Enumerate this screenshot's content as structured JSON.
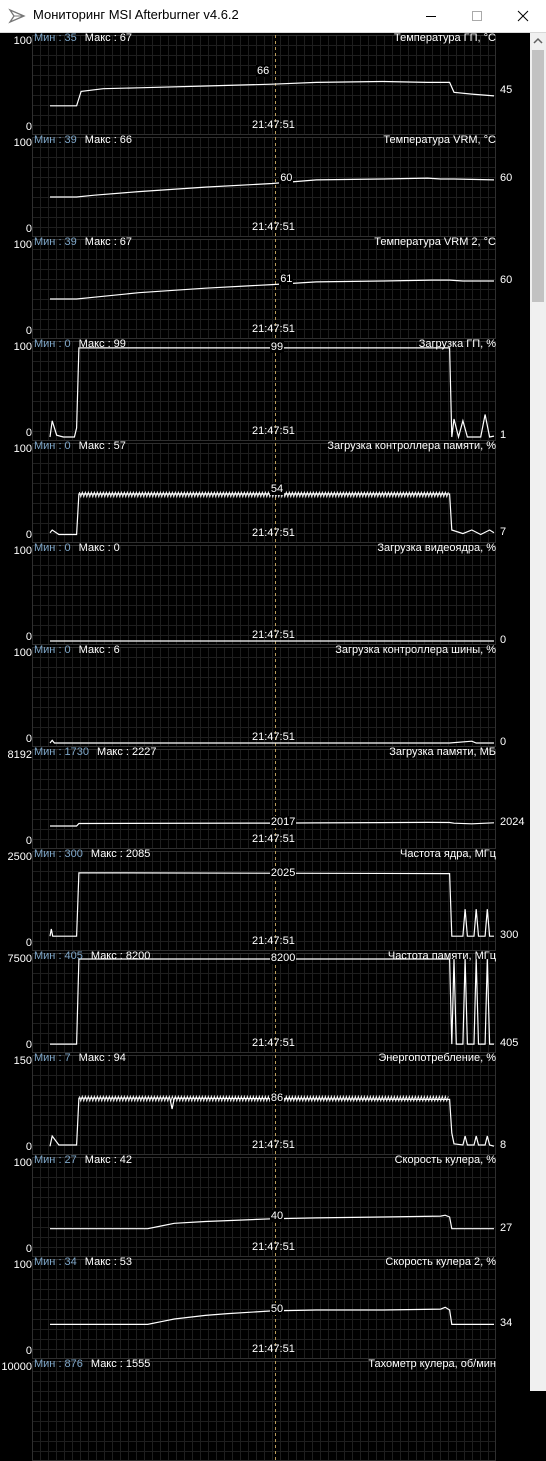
{
  "window": {
    "title": "Мониторинг MSI Afterburner v4.6.2",
    "icon": "afterburner-plane-icon"
  },
  "time_label": "21:47:51",
  "panels": [
    {
      "name": "Температура ГП, °С",
      "min_label": "Мин : 35",
      "max_label": "Макс : 67",
      "ymax": "100",
      "ymin": "0",
      "current": "45",
      "mid_value": "66",
      "mid_pos": 0.5,
      "cur_level": 45,
      "mid_level": 66,
      "trace": [
        [
          0,
          28
        ],
        [
          0.06,
          28
        ],
        [
          0.07,
          44
        ],
        [
          0.12,
          47
        ],
        [
          0.2,
          48
        ],
        [
          0.35,
          50
        ],
        [
          0.5,
          52
        ],
        [
          0.6,
          54
        ],
        [
          0.75,
          55
        ],
        [
          0.85,
          54
        ],
        [
          0.9,
          54
        ],
        [
          0.91,
          43
        ],
        [
          0.95,
          41
        ],
        [
          1,
          39
        ]
      ]
    },
    {
      "name": "Температура VRM, °С",
      "min_label": "Мин : 39",
      "max_label": "Макс : 66",
      "ymax": "100",
      "ymin": "0",
      "current": "60",
      "mid_value": "60",
      "mid_pos": 0.55,
      "cur_level": 60,
      "mid_level": 60,
      "trace": [
        [
          0,
          40
        ],
        [
          0.06,
          40
        ],
        [
          0.1,
          42
        ],
        [
          0.2,
          46
        ],
        [
          0.35,
          51
        ],
        [
          0.5,
          55
        ],
        [
          0.6,
          59
        ],
        [
          0.75,
          60
        ],
        [
          0.85,
          61
        ],
        [
          0.88,
          60
        ],
        [
          0.91,
          60
        ],
        [
          1,
          59
        ]
      ]
    },
    {
      "name": "Температура VRM 2, °С",
      "min_label": "Мин : 39",
      "max_label": "Макс : 67",
      "ymax": "100",
      "ymin": "0",
      "current": "60",
      "mid_value": "61",
      "mid_pos": 0.55,
      "cur_level": 60,
      "mid_level": 61,
      "trace": [
        [
          0,
          40
        ],
        [
          0.06,
          40
        ],
        [
          0.1,
          42
        ],
        [
          0.2,
          47
        ],
        [
          0.35,
          52
        ],
        [
          0.5,
          56
        ],
        [
          0.6,
          59
        ],
        [
          0.75,
          60
        ],
        [
          0.86,
          61
        ],
        [
          0.9,
          61
        ],
        [
          0.93,
          60
        ],
        [
          1,
          60
        ]
      ]
    },
    {
      "name": "Загрузка ГП, %",
      "min_label": "Мин : 0",
      "max_label": "Макс : 99",
      "ymax": "100",
      "ymin": "0",
      "current": "1",
      "mid_value": "99",
      "mid_pos": 0.53,
      "cur_level": 1,
      "mid_level": 99,
      "trace": [
        [
          0,
          0
        ],
        [
          0.005,
          18
        ],
        [
          0.015,
          2
        ],
        [
          0.03,
          0
        ],
        [
          0.055,
          0
        ],
        [
          0.06,
          10
        ],
        [
          0.065,
          99
        ],
        [
          0.9,
          99
        ],
        [
          0.905,
          0
        ],
        [
          0.91,
          20
        ],
        [
          0.92,
          0
        ],
        [
          0.93,
          18
        ],
        [
          0.94,
          0
        ],
        [
          0.97,
          0
        ],
        [
          0.98,
          25
        ],
        [
          0.99,
          0
        ],
        [
          1,
          1
        ]
      ]
    },
    {
      "name": "Загрузка контроллера памяти, %",
      "min_label": "Мин : 0",
      "max_label": "Макс : 57",
      "ymax": "100",
      "ymin": "0",
      "current": "7",
      "mid_value": "54",
      "mid_pos": 0.53,
      "cur_level": 7,
      "mid_level": 54,
      "noisy": true,
      "trace": [
        [
          0,
          7
        ],
        [
          0.005,
          10
        ],
        [
          0.02,
          5
        ],
        [
          0.06,
          5
        ],
        [
          0.065,
          50
        ],
        [
          0.9,
          50
        ],
        [
          0.905,
          10
        ],
        [
          0.93,
          6
        ],
        [
          0.95,
          10
        ],
        [
          0.97,
          5
        ],
        [
          0.99,
          10
        ],
        [
          1,
          7
        ]
      ]
    },
    {
      "name": "Загрузка видеоядра, %",
      "min_label": "Мин : 0",
      "max_label": "Макс : 0",
      "ymax": "100",
      "ymin": "0",
      "current": "0",
      "mid_value": "",
      "mid_pos": 0.53,
      "cur_level": 0,
      "mid_level": 0,
      "trace": [
        [
          0,
          0
        ],
        [
          1,
          0
        ]
      ]
    },
    {
      "name": "Загрузка контроллера шины, %",
      "min_label": "Мин : 0",
      "max_label": "Макс : 6",
      "ymax": "100",
      "ymin": "0",
      "current": "0",
      "mid_value": "",
      "mid_pos": 0.53,
      "cur_level": 0,
      "mid_level": 0,
      "trace": [
        [
          0,
          0
        ],
        [
          0.005,
          3
        ],
        [
          0.01,
          0
        ],
        [
          0.9,
          0
        ],
        [
          0.95,
          2
        ],
        [
          0.96,
          0
        ],
        [
          1,
          0
        ]
      ]
    },
    {
      "name": "Загрузка памяти, МБ",
      "min_label": "Мин : 1730",
      "max_label": "Макс : 2227",
      "ymax": "8192",
      "ymin": "0",
      "current": "2024",
      "mid_value": "2017",
      "mid_pos": 0.53,
      "cur_level": 2024,
      "mid_level": 2017,
      "trace": [
        [
          0,
          1730
        ],
        [
          0.06,
          1730
        ],
        [
          0.065,
          1960
        ],
        [
          0.5,
          1990
        ],
        [
          0.6,
          2010
        ],
        [
          0.85,
          2060
        ],
        [
          0.9,
          2050
        ],
        [
          0.91,
          1980
        ],
        [
          0.95,
          1930
        ],
        [
          1,
          2024
        ]
      ]
    },
    {
      "name": "Частота ядра, МГц",
      "min_label": "Мин : 300",
      "max_label": "Макс : 2085",
      "ymax": "2500",
      "ymin": "0",
      "current": "300",
      "mid_value": "2025",
      "mid_pos": 0.53,
      "cur_level": 300,
      "mid_level": 2025,
      "trace": [
        [
          0,
          300
        ],
        [
          0.003,
          500
        ],
        [
          0.006,
          300
        ],
        [
          0.06,
          300
        ],
        [
          0.065,
          2060
        ],
        [
          0.9,
          2040
        ],
        [
          0.905,
          300
        ],
        [
          0.93,
          300
        ],
        [
          0.935,
          1050
        ],
        [
          0.94,
          300
        ],
        [
          0.955,
          300
        ],
        [
          0.96,
          1050
        ],
        [
          0.965,
          300
        ],
        [
          0.98,
          300
        ],
        [
          0.985,
          1050
        ],
        [
          0.99,
          300
        ],
        [
          1,
          300
        ]
      ]
    },
    {
      "name": "Частота памяти, МГц",
      "min_label": "Мин : 405",
      "max_label": "Макс : 8200",
      "ymax": "7500",
      "ymin": "0",
      "current": "405",
      "mid_value": "8200",
      "mid_pos": 0.53,
      "cur_level": 405,
      "mid_level": 8200,
      "trace": [
        [
          0,
          405
        ],
        [
          0.06,
          405
        ],
        [
          0.065,
          8200
        ],
        [
          0.9,
          8200
        ],
        [
          0.905,
          405
        ],
        [
          0.91,
          8200
        ],
        [
          0.915,
          405
        ],
        [
          0.93,
          405
        ],
        [
          0.935,
          8200
        ],
        [
          0.94,
          405
        ],
        [
          0.955,
          405
        ],
        [
          0.96,
          8200
        ],
        [
          0.965,
          405
        ],
        [
          0.98,
          405
        ],
        [
          0.985,
          8200
        ],
        [
          0.99,
          405
        ],
        [
          1,
          405
        ]
      ]
    },
    {
      "name": "Энергопотребление, %",
      "min_label": "Мин : 7",
      "max_label": "Макс : 94",
      "ymax": "150",
      "ymin": "0",
      "current": "8",
      "mid_value": "86",
      "mid_pos": 0.53,
      "cur_level": 8,
      "mid_level": 86,
      "noisy": true,
      "trace": [
        [
          0,
          8
        ],
        [
          0.005,
          25
        ],
        [
          0.02,
          10
        ],
        [
          0.06,
          10
        ],
        [
          0.065,
          88
        ],
        [
          0.27,
          88
        ],
        [
          0.275,
          70
        ],
        [
          0.28,
          88
        ],
        [
          0.9,
          86
        ],
        [
          0.905,
          30
        ],
        [
          0.91,
          12
        ],
        [
          0.93,
          10
        ],
        [
          0.935,
          25
        ],
        [
          0.94,
          10
        ],
        [
          0.955,
          10
        ],
        [
          0.96,
          25
        ],
        [
          0.965,
          10
        ],
        [
          0.98,
          10
        ],
        [
          0.985,
          25
        ],
        [
          0.99,
          10
        ],
        [
          1,
          8
        ]
      ]
    },
    {
      "name": "Скорость кулера, %",
      "min_label": "Мин : 27",
      "max_label": "Макс : 42",
      "ymax": "100",
      "ymin": "0",
      "current": "27",
      "mid_value": "40",
      "mid_pos": 0.53,
      "cur_level": 27,
      "mid_level": 40,
      "trace": [
        [
          0,
          27
        ],
        [
          0.22,
          27
        ],
        [
          0.25,
          30
        ],
        [
          0.28,
          33
        ],
        [
          0.35,
          35
        ],
        [
          0.4,
          36
        ],
        [
          0.5,
          38
        ],
        [
          0.6,
          39
        ],
        [
          0.75,
          40
        ],
        [
          0.88,
          41
        ],
        [
          0.89,
          42
        ],
        [
          0.9,
          40
        ],
        [
          0.905,
          27
        ],
        [
          1,
          27
        ]
      ]
    },
    {
      "name": "Скорость кулера 2, %",
      "min_label": "Мин : 34",
      "max_label": "Макс : 53",
      "ymax": "100",
      "ymin": "0",
      "current": "34",
      "mid_value": "50",
      "mid_pos": 0.53,
      "cur_level": 34,
      "mid_level": 50,
      "trace": [
        [
          0,
          34
        ],
        [
          0.22,
          34
        ],
        [
          0.25,
          37
        ],
        [
          0.28,
          40
        ],
        [
          0.35,
          44
        ],
        [
          0.4,
          46
        ],
        [
          0.5,
          49
        ],
        [
          0.6,
          50
        ],
        [
          0.75,
          50
        ],
        [
          0.88,
          51
        ],
        [
          0.89,
          53
        ],
        [
          0.9,
          50
        ],
        [
          0.905,
          34
        ],
        [
          1,
          34
        ]
      ]
    },
    {
      "name": "Тахометр кулера, об/мин",
      "min_label": "Мин : 876",
      "max_label": "Макс : 1555",
      "ymax": "10000",
      "ymin": "",
      "current": "",
      "mid_value": "",
      "mid_pos": 0.53,
      "cur_level": 876,
      "mid_level": 876,
      "trace": []
    }
  ]
}
